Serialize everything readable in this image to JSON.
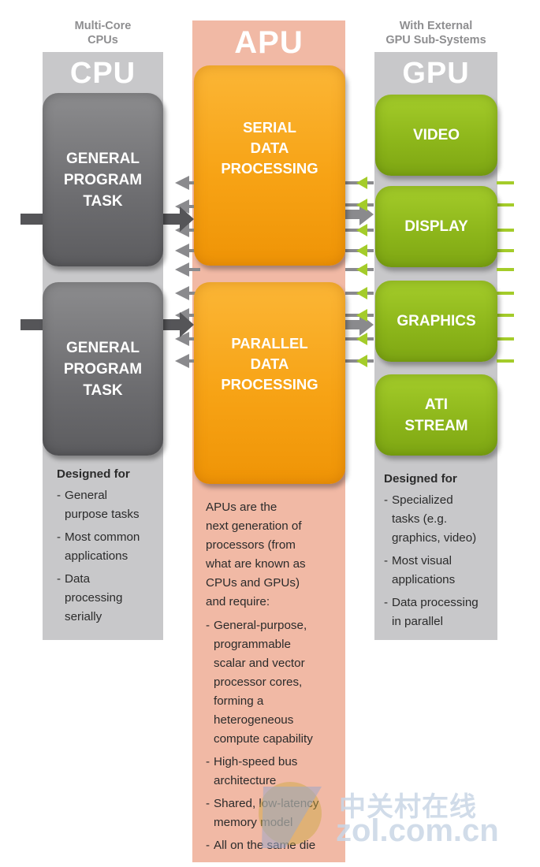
{
  "cpu_column": {
    "caption": "Multi-Core\nCPUs",
    "title": "CPU",
    "boxes": [
      "GENERAL\nPROGRAM\nTASK",
      "GENERAL\nPROGRAM\nTASK"
    ],
    "designed_heading": "Designed for",
    "designed_items": [
      "General\npurpose tasks",
      "Most common\napplications",
      "Data\nprocessing\nserially"
    ]
  },
  "apu_column": {
    "title": "APU",
    "boxes": [
      "SERIAL\nDATA\nPROCESSING",
      "PARALLEL\nDATA\nPROCESSING"
    ],
    "intro": "APUs are the\nnext generation of\nprocessors (from\nwhat are known as\nCPUs and GPUs)\nand require:",
    "requirements": [
      "General-purpose,\nprogrammable\nscalar and vector\nprocessor cores,\nforming a\nheterogeneous\ncompute capability",
      "High-speed bus\narchitecture",
      "Shared, low-latency\nmemory model",
      "All on the same die"
    ]
  },
  "gpu_column": {
    "caption": "With External\nGPU Sub-Systems",
    "title": "GPU",
    "boxes": [
      "VIDEO",
      "DISPLAY",
      "GRAPHICS",
      "ATI\nSTREAM"
    ],
    "designed_heading": "Designed for",
    "designed_items": [
      "Specialized\ntasks (e.g.\ngraphics, video)",
      "Most visual\napplications",
      "Data processing\nin parallel"
    ]
  },
  "watermark": {
    "cn": "中关村在线",
    "en": "ZOL.COM.CN"
  },
  "colors": {
    "cpu_gray": "#c8c8ca",
    "cpu_box": "#6d6d70",
    "apu_salmon": "#f1b9a5",
    "apu_orange": "#f7a315",
    "gpu_green": "#8cb51a",
    "arrow_gray": "#8a8a8d",
    "arrow_dark": "#555558",
    "arrow_green": "#a4cc2a"
  }
}
